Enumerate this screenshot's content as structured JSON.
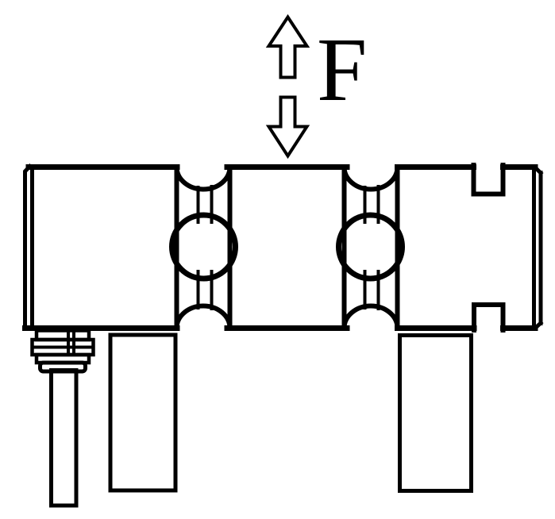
{
  "meta": {
    "diagram_type": "technical line drawing",
    "subject": "double-ended shear beam load cell under applied force",
    "background_color": "#ffffff",
    "line_color": "#000000"
  },
  "force": {
    "label": "F",
    "direction_indicators": [
      "hollow-arrow-up",
      "hollow-arrow-down"
    ]
  },
  "components": {
    "left_end_block": "left end block",
    "left_shear_section": "left shear web with circular bore and relief notches",
    "center_loading_section": "center loading section (force application point)",
    "right_shear_section": "right shear web with circular bore and relief notches",
    "right_end_block": "right end block with top and bottom mounting slots",
    "left_support": "left hatched support block",
    "right_support": "right hatched support block",
    "cable_gland": "cable gland fitting",
    "cable": "signal cable"
  }
}
